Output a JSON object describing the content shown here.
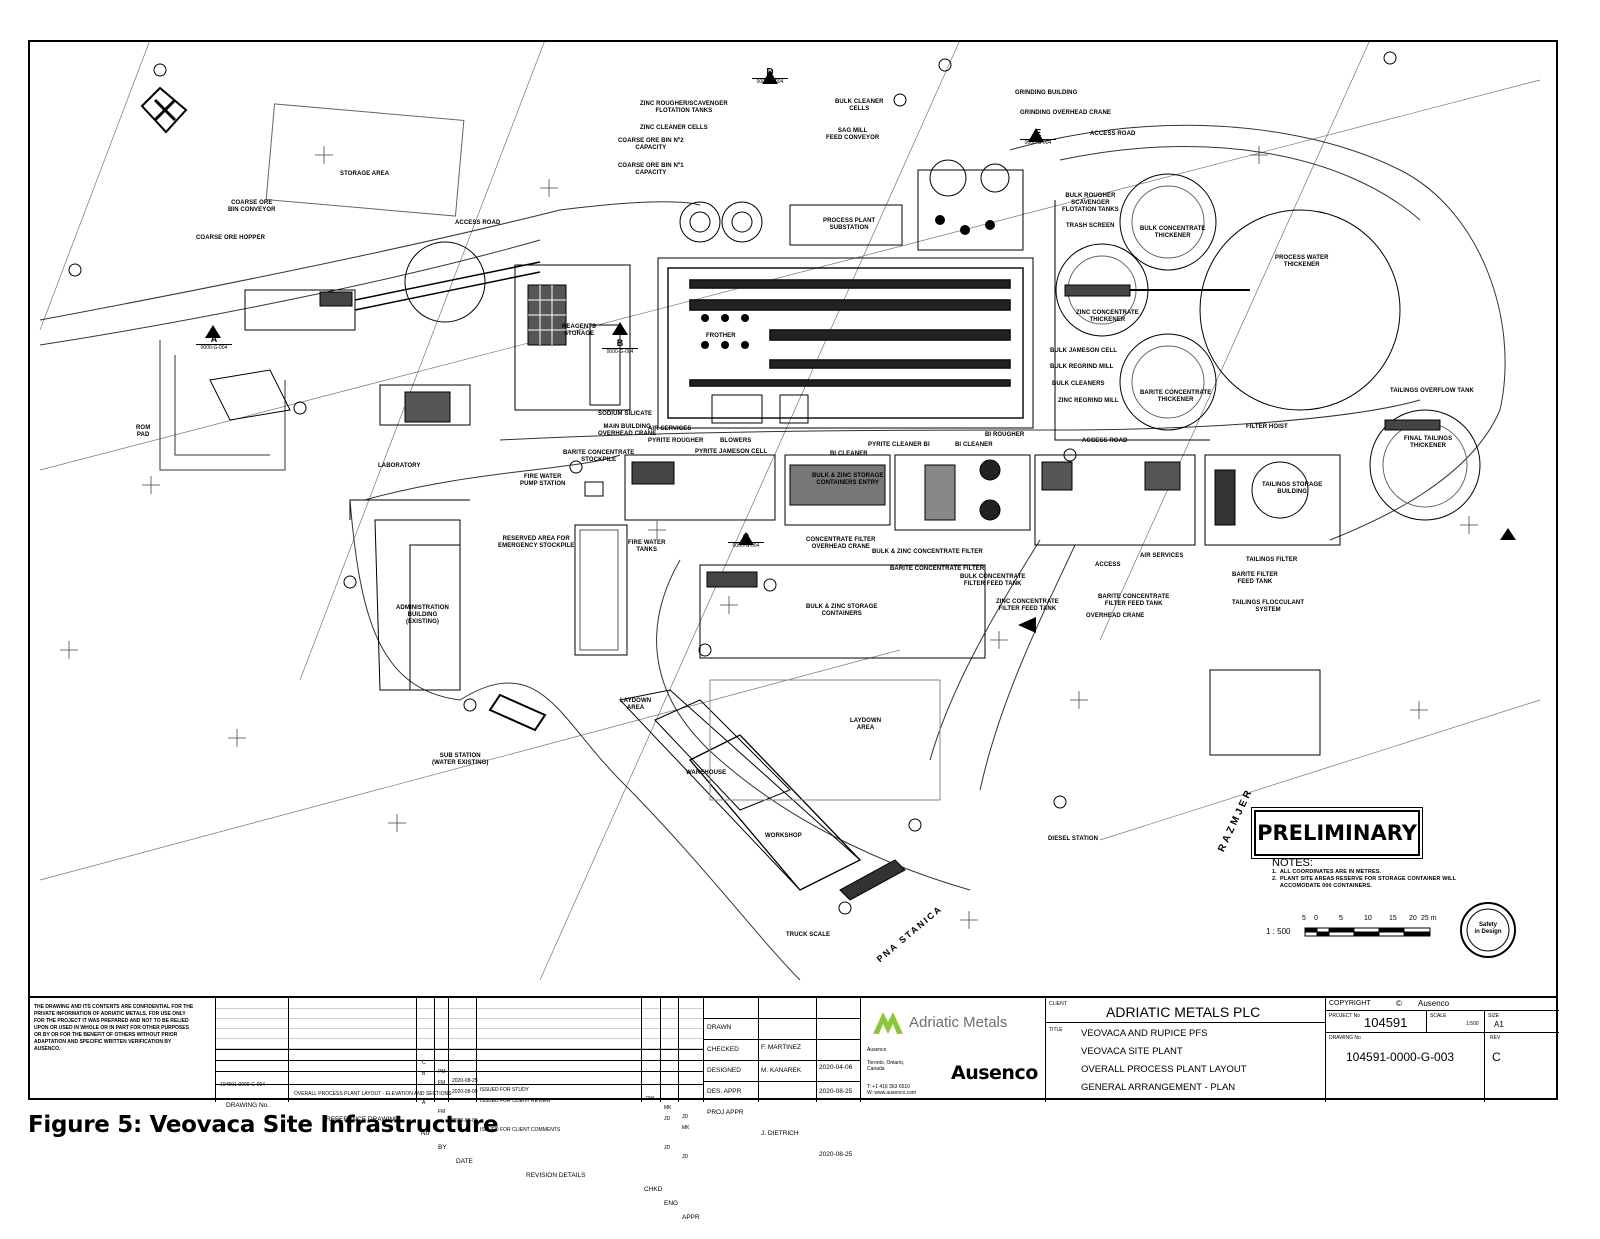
{
  "figure": {
    "caption": "Figure 5: Veovaca Site Infrastructure"
  },
  "stamp": "PRELIMINARY",
  "section_markers": [
    {
      "letter": "D",
      "ref": "0000-G-004"
    },
    {
      "letter": "E",
      "ref": "0000-G-004"
    },
    {
      "letter": "A",
      "ref": "0000-G-004"
    },
    {
      "letter": "B",
      "ref": "0000-G-004"
    },
    {
      "letter": "C",
      "ref": "0000-G-004"
    }
  ],
  "labels": {
    "zinc_rougher": "ZINC ROUGHER/SCAVENGER\nFLOTATION TANKS",
    "bulk_cleaner": "BULK CLEANER\nCELLS",
    "grinding_building": "GRINDING BUILDING",
    "grinding_crane": "GRINDING OVERHEAD CRANE",
    "zinc_cleaner": "ZINC CLEANER CELLS",
    "coarse_bin2": "COARSE ORE BIN Nº2\nCAPACITY",
    "coarse_bin1": "COARSE ORE BIN Nº1\nCAPACITY",
    "sag_conveyor": "SAG MILL\nFEED CONVEYOR",
    "access_road_top": "ACCESS ROAD",
    "storage_area": "STORAGE AREA",
    "coarse_conveyor": "COARSE ORE\nBIN CONVEYOR",
    "coarse_hopper": "COARSE ORE HOPPER",
    "access_road_2": "ACCESS ROAD",
    "substation": "PROCESS PLANT\nSUBSTATION",
    "bulk_rougher": "BULK ROUGHER\nSCAVENGER\nFLOTATION TANKS",
    "trash_screen": "TRASH SCREEN",
    "bulk_thickener": "BULK CONCENTRATE\nTHICKENER",
    "process_water": "PROCESS WATER\nTHICKENER",
    "zinc_thickener": "ZINC CONCENTRATE\nTHICKENER",
    "bulk_jameson": "BULK JAMESON CELL",
    "bulk_regrind": "BULK REGRIND MILL",
    "bulk_cleaners": "BULK CLEANERS",
    "zinc_regrind": "ZINC REGRIND MILL",
    "barite_thickener": "BARITE CONCENTRATE\nTHICKENER",
    "tailings_overflow": "TAILINGS OVERFLOW TANK",
    "filter_hoist": "FILTER HOIST",
    "final_tailings": "FINAL TAILINGS\nTHICKENER",
    "access_road_3": "ACCESS ROAD",
    "rom_pad": "ROM\nPAD",
    "laboratory": "LABORATORY",
    "reagents": "REAGENTS\nSTORAGE",
    "frother": "FROTHER",
    "sodium_silicate": "SODIUM SILICATE",
    "main_building": "MAIN BUILDING\nOVERHEAD CRANE",
    "air_services": "AIR SERVICES",
    "pyrite_rougher": "PYRITE ROUGHER",
    "blowers": "BLOWERS",
    "pyrite_cleaner_bi": "PYRITE CLEANER BI",
    "bi_rougher": "BI ROUGHER",
    "bi_cleaner": "BI CLEANER",
    "barite_stockpile": "BARITE CONCENTRATE\nSTOCKPILE",
    "pyrite_jameson": "PYRITE JAMESON CELL",
    "bi_cleaner_2": "BI CLEANER",
    "fire_pump": "FIRE WATER\nPUMP STATION",
    "bulk_zinc_storage": "BULK & ZINC STORAGE\nCONTAINERS ENTRY",
    "tailings_storage": "TAILINGS STORAGE\nBUILDING",
    "reserved_area": "RESERVED AREA FOR\nEMERGENCY STOCKPILE",
    "fire_tanks": "FIRE WATER\nTANKS",
    "conc_filter_crane": "CONCENTRATE FILTER\nOVERHEAD CRANE",
    "bz_filter": "BULK & ZINC CONCENTRATE FILTER",
    "barite_filter": "BARITE CONCENTRATE FILTER",
    "bulk_feed_tank": "BULK CONCENTRATE\nFILTER FEED TANK",
    "air_services_2": "AIR SERVICES",
    "tailings_filter": "TAILINGS FILTER",
    "access": "ACCESS",
    "barite_feed": "BARITE CONCENTRATE\nFILTER FEED TANK",
    "barite_filter_tank": "BARITE FILTER\nFEED TANK",
    "flocculant": "TAILINGS FLOCCULANT\nSYSTEM",
    "zinc_feed_tank": "ZINC CONCENTRATE\nFILTER FEED TANK",
    "overhead_crane": "OVERHEAD CRANE",
    "admin_building": "ADMINISTRATION\nBUILDING\n(EXISTING)",
    "bulk_zinc_containers": "BULK & ZINC STORAGE\nCONTAINERS",
    "laydown_area": "LAYDOWN\nAREA",
    "laydown_area_2": "LAYDOWN\nAREA",
    "warehouse": "WAREHOUSE",
    "workshop": "WORKSHOP",
    "sub_station": "SUB STATION\n(WATER EXISTING)",
    "diesel_station": "DIESEL STATION",
    "truck_scale": "TRUCK SCALE",
    "razmjer": "RAZMJER",
    "pna_stanica": "PNA STANICA"
  },
  "notes": {
    "heading": "NOTES:",
    "items": [
      "1.  ALL COORDINATES ARE IN METRES.",
      "2.  PLANT SITE AREAS RESERVE FOR STORAGE CONTAINER WILL\n     ACCOMODATE 000 CONTAINERS."
    ]
  },
  "scale_bar": {
    "ratio": "1 : 500",
    "ticks": [
      "5",
      "0",
      "5",
      "10",
      "15",
      "20",
      "25 m"
    ]
  },
  "safety_badge": "Safety\nin Design",
  "title_block": {
    "confidential": "THE DRAWING AND ITS CONTENTS ARE CONFIDENTIAL FOR THE\nPRIVATE INFORMATION OF ADRIATIC METALS. FOR USE ONLY\nFOR THE PROJECT IT WAS PREPARED AND NOT TO BE RELIED\nUPON OR USED IN WHOLE OR IN PART FOR OTHER PURPOSES\nOR BY OR FOR THE BENEFIT OF OTHERS WITHOUT PRIOR\nADAPTATION AND SPECIFIC WRITTEN VERIFICATION BY\nAUSENCO.",
    "ref_row": [
      "104591-0000-G-004",
      "OVERALL PROCESS PLANT LAYOUT - ELEVATION AND SECTIONS"
    ],
    "ref_headers": [
      "DRAWING No.",
      "REFERENCE DRAWING"
    ],
    "rev_headers": [
      "No",
      "BY",
      "DATE",
      "REVISION DETAILS",
      "CHKD",
      "ENG",
      "APPR"
    ],
    "revisions": [
      [
        "C",
        "PM",
        "2020-08-25",
        "ISSUED FOR STUDY",
        "RW",
        "MK",
        "JD"
      ],
      [
        "B",
        "FM",
        "2020-08-05",
        "ISSUED FOR CLIENT REVIEW",
        "",
        "JD",
        "MK"
      ],
      [
        "A",
        "FM",
        "2020-08-05",
        "ISSUED FOR CLIENT COMMENTS",
        "",
        "JD",
        "JD"
      ]
    ],
    "sign_rows": [
      [
        "DRAWN",
        "F. MARTINEZ",
        "2020-04-06"
      ],
      [
        "CHECKED",
        "M. KANAREK",
        "2020-08-25"
      ],
      [
        "DESIGNED",
        "",
        ""
      ],
      [
        "DES. APPR",
        "",
        ""
      ],
      [
        "PROJ APPR",
        "J. DIETRICH",
        "2020-08-25"
      ]
    ],
    "company_logo": "Adriatic Metals",
    "ausenco_small": "Ausenco",
    "ausenco_addr": "Toronto, Ontario,\nCanada",
    "ausenco_contact": "T: +1 416 363 6510\nW: www.ausenco.com",
    "ausenco_logo": "Ausenco",
    "client_label": "CLIENT",
    "client": "ADRIATIC METALS PLC",
    "title_label": "TITLE",
    "title_lines": [
      "VEOVACA AND RUPICE PFS",
      "VEOVACA SITE PLANT",
      "OVERALL PROCESS PLANT LAYOUT",
      "GENERAL ARRANGEMENT - PLAN"
    ],
    "copyright_label": "COPYRIGHT",
    "copyright_symbol": "©",
    "copyright_owner": "Ausenco",
    "project_label": "PROJECT No",
    "project_no": "104591",
    "scale_label": "SCALE",
    "scale_value": "1:500",
    "size_label": "SIZE",
    "size_value": "A1",
    "drawing_label": "DRAWING No",
    "drawing_no": "104591-0000-G-003",
    "rev_label": "REV",
    "rev_value": "C"
  },
  "colors": {
    "line": "#000000",
    "background": "#ffffff",
    "logo_green": "#8cc63f",
    "logo_grey": "#6d6e71"
  }
}
